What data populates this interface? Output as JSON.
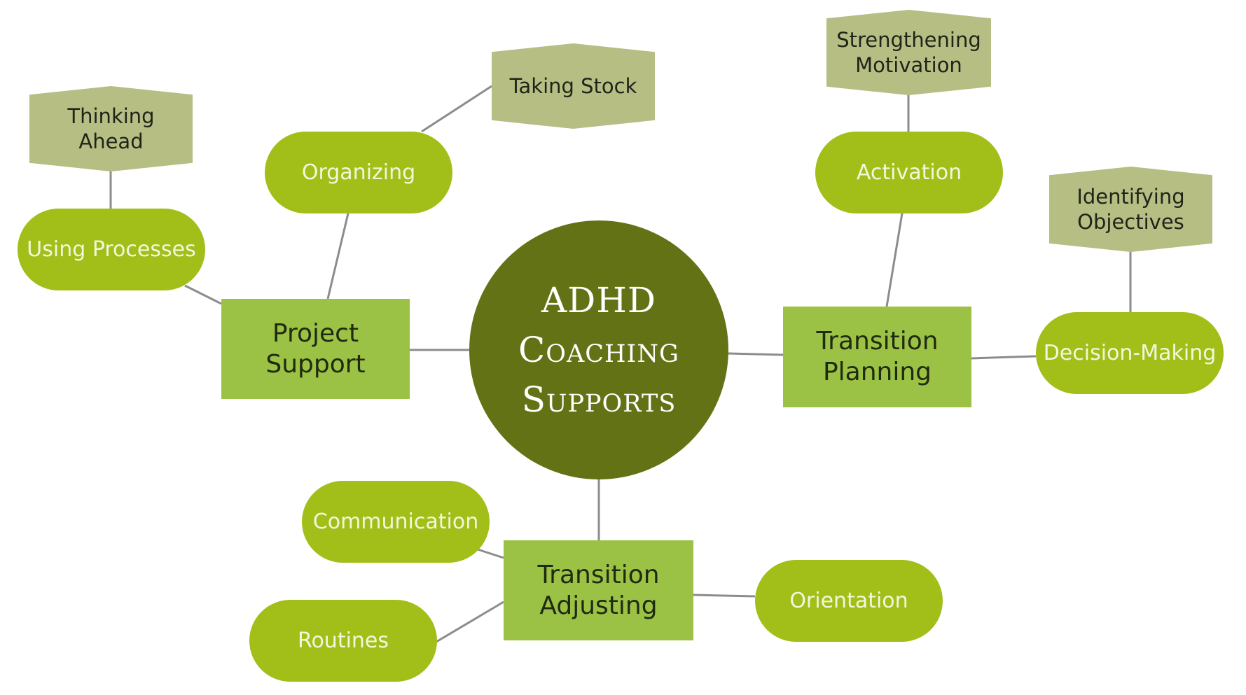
{
  "diagram": {
    "center": "ADHD\nCoaching\nSupports",
    "branches": {
      "project_support": "Project\nSupport",
      "transition_planning": "Transition\nPlanning",
      "transition_adjusting": "Transition\nAdjusting"
    },
    "subtopics": {
      "organizing": "Organizing",
      "using_processes": "Using Processes",
      "activation": "Activation",
      "decision_making": "Decision-Making",
      "communication": "Communication",
      "routines": "Routines",
      "orientation": "Orientation"
    },
    "details": {
      "thinking_ahead": "Thinking\nAhead",
      "taking_stock": "Taking Stock",
      "strengthening_motivation": "Strengthening\nMotivation",
      "identifying_objectives": "Identifying\nObjectives"
    },
    "colors": {
      "center": "#637214",
      "branch": "#9bc244",
      "subtopic": "#a2bf19",
      "detail": "#b6be84",
      "connector": "#8c8c8c"
    }
  }
}
